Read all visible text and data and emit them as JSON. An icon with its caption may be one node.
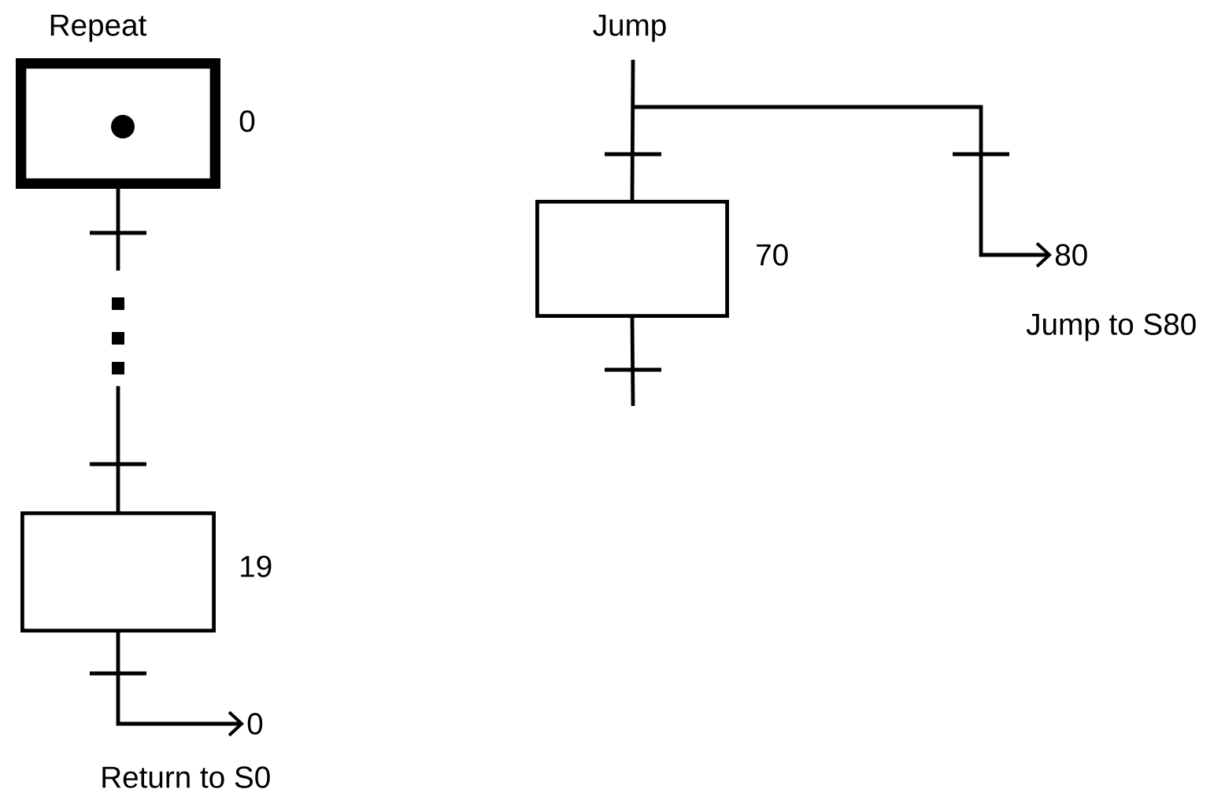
{
  "diagram": {
    "nodes": [
      {
        "text": [],
        "shape": "box",
        "beside": [
          "0"
        ]
      },
      {
        "text": [],
        "shape": "box",
        "beside": [
          "19"
        ]
      },
      {
        "text": [
          "0"
        ],
        "beside": [
          "Return to S0"
        ]
      },
      {
        "text": [],
        "shape": "box",
        "beside": [
          "70"
        ]
      },
      {
        "text": [
          "80"
        ],
        "beside": [
          "Jump to S80"
        ]
      }
    ],
    "edges": [
      {
        "from": 0,
        "to": 1,
        "arrow": "none",
        "style": "dashed"
      },
      {
        "from": 1,
        "to": 2,
        "arrow": "to"
      },
      {
        "from": null,
        "to": 3,
        "arrow": "none"
      },
      {
        "from": null,
        "to": 4,
        "arrow": "to"
      },
      {
        "from": 3,
        "to": null,
        "arrow": "none"
      }
    ],
    "labels": [
      "Repeat",
      "Jump"
    ]
  }
}
